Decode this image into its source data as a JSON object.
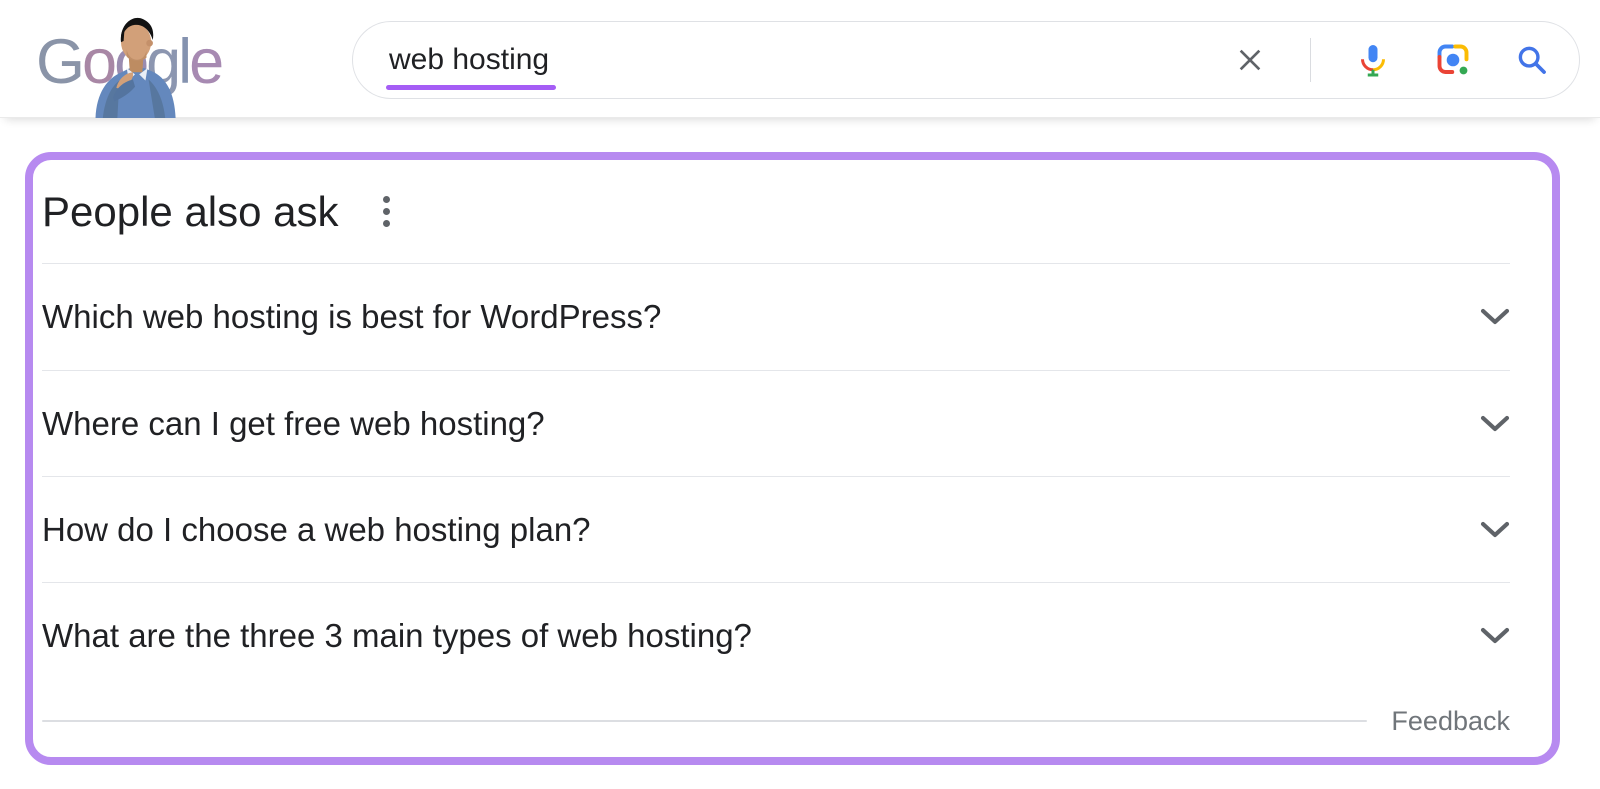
{
  "header": {
    "logo": {
      "label": "Google doodle logo",
      "letters": [
        {
          "char": "G",
          "color": "#8a94a8"
        },
        {
          "char": "o",
          "color": "#a887a5"
        },
        {
          "char": "o",
          "color": "#9a8cb0"
        },
        {
          "char": "g",
          "color": "#8c96b0"
        },
        {
          "char": "l",
          "color": "#8492af"
        },
        {
          "char": "e",
          "color": "#a78ab2"
        }
      ]
    },
    "search": {
      "value": "web hosting",
      "clear_icon": "clear-search",
      "mic_icon": "voice-search",
      "lens_icon": "search-by-image",
      "search_icon": "search"
    }
  },
  "paa": {
    "title": "People also ask",
    "menu_icon": "more-options",
    "questions": [
      "Which web hosting is best for WordPress?",
      "Where can I get free web hosting?",
      "How do I choose a web hosting plan?",
      "What are the three 3 main types of web hosting?"
    ],
    "feedback_label": "Feedback"
  },
  "colors": {
    "highlight_border": "#b78af0",
    "query_underline": "#a55df5",
    "divider": "#e4e6ea",
    "text_primary": "#202124",
    "icon_gray": "#5f6368",
    "feedback_gray": "#70757a",
    "google_blue": "#4285f4",
    "google_red": "#ea4335",
    "google_yellow": "#fbbc04",
    "google_green": "#34a853"
  }
}
